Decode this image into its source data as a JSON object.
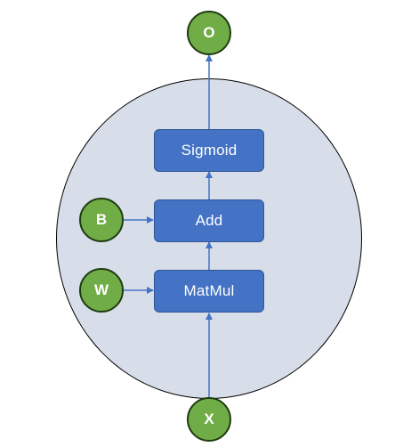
{
  "diagram": {
    "ops": {
      "sigmoid": "Sigmoid",
      "add": "Add",
      "matmul": "MatMul"
    },
    "nodes": {
      "output": "O",
      "input": "X",
      "bias": "B",
      "weight": "W"
    },
    "colors": {
      "op_fill": "#4472c4",
      "op_border": "#2f5597",
      "node_fill": "#70ad47",
      "node_border": "#1f3b12",
      "layer_fill": "#d8dee9",
      "edge": "#4472c4"
    }
  }
}
